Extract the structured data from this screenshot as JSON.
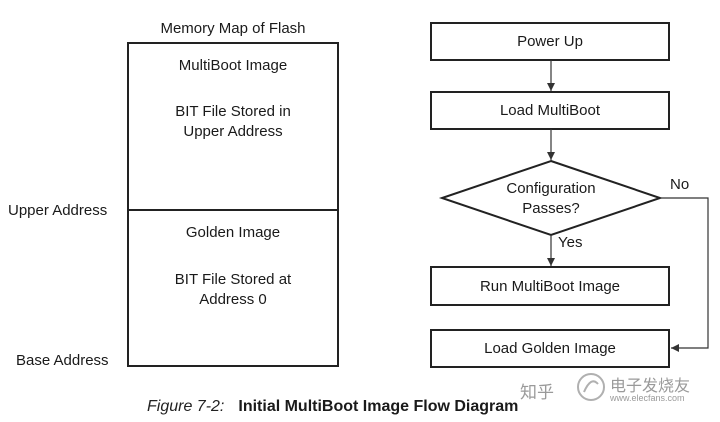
{
  "memory_map": {
    "title": "Memory Map of Flash",
    "upper_region": {
      "name": "MultiBoot Image",
      "desc_line1": "BIT File Stored in",
      "desc_line2": "Upper Address"
    },
    "lower_region": {
      "name": "Golden Image",
      "desc_line1": "BIT File Stored at",
      "desc_line2": "Address 0"
    },
    "upper_address_label": "Upper Address",
    "base_address_label": "Base Address"
  },
  "flow": {
    "power_up": "Power Up",
    "load_multiboot": "Load MultiBoot",
    "decision_line1": "Configuration",
    "decision_line2": "Passes?",
    "yes_label": "Yes",
    "no_label": "No",
    "run_multiboot": "Run MultiBoot Image",
    "load_golden": "Load Golden Image"
  },
  "caption": {
    "figure_number": "Figure 7-2:",
    "figure_title": "Initial MultiBoot Image Flow Diagram"
  },
  "watermark": {
    "text1": "知乎",
    "text2": "电子发烧友",
    "text3": "www.elecfans.com"
  }
}
